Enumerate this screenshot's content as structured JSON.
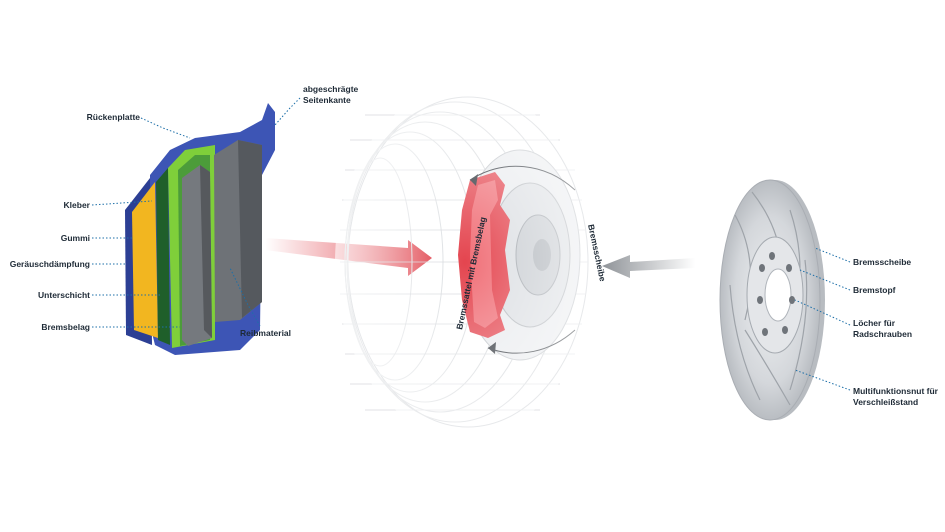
{
  "colors": {
    "backplate": "#3d55b5",
    "adhesive": "#f2b620",
    "rubber": "#2f8a3a",
    "damping_layer": "#7fcf3a",
    "friction_material": "#6e7277",
    "caliper": "#e4454f",
    "arrow_red": "#e0414b",
    "arrow_gray": "#8f9398",
    "leader_line": "#1d6fa8",
    "label_text": "#1e2a36"
  },
  "brake_pad": {
    "labels": {
      "backplate": "Rückenplatte",
      "beveled_edge_line1": "abgeschrägte",
      "beveled_edge_line2": "Seitenkante",
      "adhesive": "Kleber",
      "rubber": "Gummi",
      "noise_damping": "Geräuschdämpfung",
      "underlayer": "Unterschicht",
      "brake_lining": "Bremsbelag",
      "friction_material": "Reibmaterial"
    }
  },
  "wheel": {
    "labels": {
      "caliper": "Bremssattel mit Bremsbelag",
      "disc": "Bremsscheibe"
    }
  },
  "disc": {
    "labels": {
      "brake_disc": "Bremsscheibe",
      "hat": "Bremstopf",
      "bolt_holes_line1": "Löcher für",
      "bolt_holes_line2": "Radschrauben",
      "groove_line1": "Multifunktionsnut für",
      "groove_line2": "Verschleißstand"
    }
  }
}
